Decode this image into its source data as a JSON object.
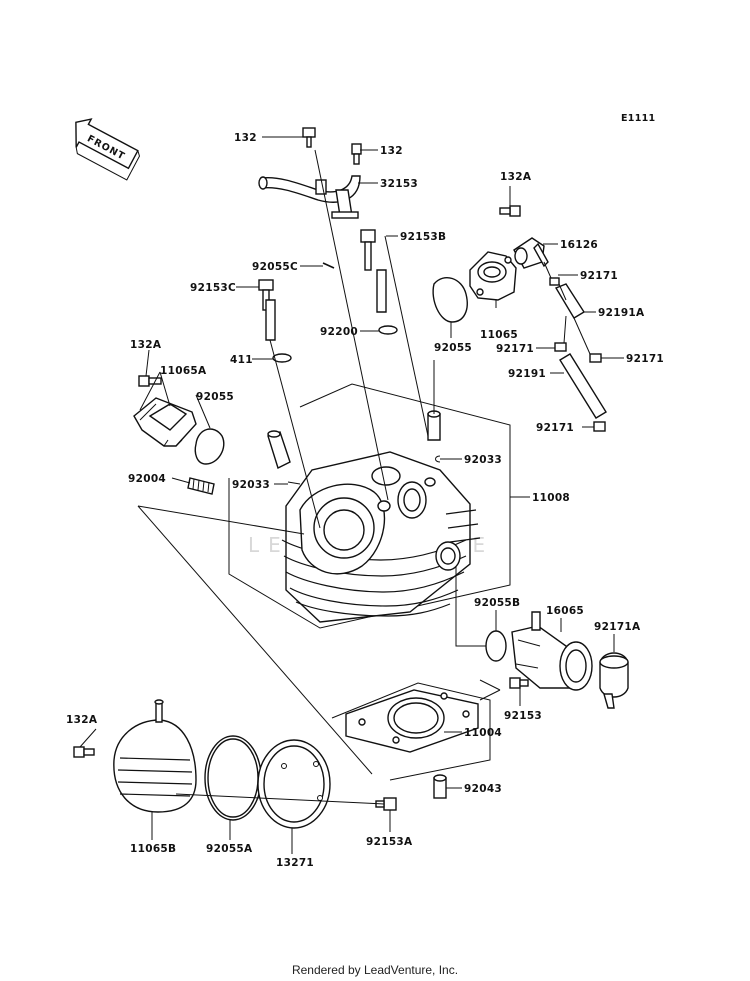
{
  "diagram_id": "E1111",
  "front_label": "FRONT",
  "watermark": "LEADVENTURE",
  "footer": "Rendered by LeadVenture, Inc.",
  "callouts": {
    "c132_a": "132",
    "c132_b": "132",
    "c32153": "32153",
    "c132A_top": "132A",
    "c92153B": "92153B",
    "c16126": "16126",
    "c92055C": "92055C",
    "c92171_a": "92171",
    "c92153C": "92153C",
    "c92191A": "92191A",
    "c92200": "92200",
    "c92055_top": "92055",
    "c11065": "11065",
    "c92171_b": "92171",
    "c92171_c": "92171",
    "c132A_left": "132A",
    "c11065A": "11065A",
    "c411": "411",
    "c92191": "92191",
    "c92055_left": "92055",
    "c92171_d": "92171",
    "c92033_r": "92033",
    "c92004": "92004",
    "c92033_l": "92033",
    "c11008": "11008",
    "c92055B": "92055B",
    "c16065": "16065",
    "c92171A": "92171A",
    "c92153": "92153",
    "c132A_bottom": "132A",
    "c11004": "11004",
    "c92043": "92043",
    "c11065B": "11065B",
    "c92055A": "92055A",
    "c13271": "13271",
    "c92153A": "92153A"
  }
}
